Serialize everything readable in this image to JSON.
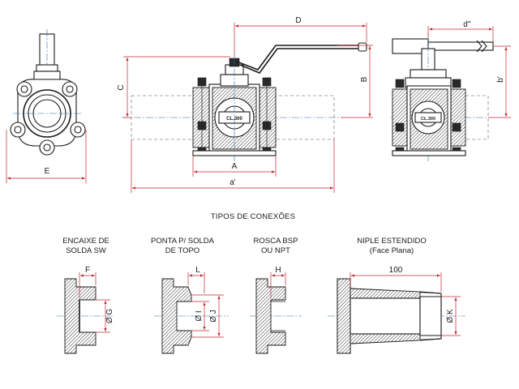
{
  "drawing": {
    "colors": {
      "dimension": "#c4262e",
      "centerline": "#2b6fb3",
      "outline": "#1a1a1a"
    },
    "dimensions": {
      "D": "D",
      "A": "A",
      "a_prime": "a'",
      "B": "B",
      "C": "C",
      "E": "E",
      "d_double_prime": "d''",
      "b_prime": "b'",
      "F": "F",
      "L": "L",
      "H": "H",
      "G": "Ø G",
      "I": "Ø I",
      "J": "Ø J",
      "K": "Ø K",
      "length_100": "100"
    },
    "body_label": "CL.300",
    "body_label_2": "CL.300",
    "section_title": "TIPOS DE CONEXÕES",
    "connections": [
      {
        "line1": "ENCAIXE DE",
        "line2": "SOLDA SW"
      },
      {
        "line1": "PONTA P/ SOLDA",
        "line2": "DE TOPO"
      },
      {
        "line1": "ROSCA BSP",
        "line2": "OU NPT"
      },
      {
        "line1": "NIPLE ESTENDIDO",
        "line2": "(Face Plana)"
      }
    ]
  }
}
